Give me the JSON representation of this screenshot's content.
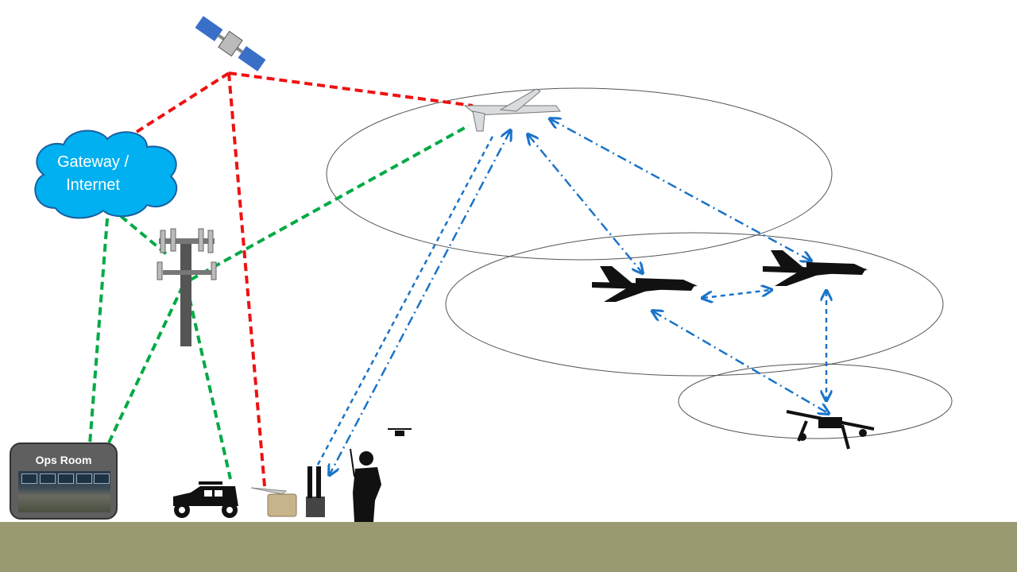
{
  "cloud": {
    "label_line1": "Gateway /",
    "label_line2": "Internet"
  },
  "ops_room": {
    "label": "Ops Room"
  },
  "colors": {
    "satellite_link": "#ee1111",
    "cellular_link": "#00aa44",
    "radio_link": "#1a73c8",
    "ground": "#9a9a72",
    "cloud": "#00b0f0"
  }
}
